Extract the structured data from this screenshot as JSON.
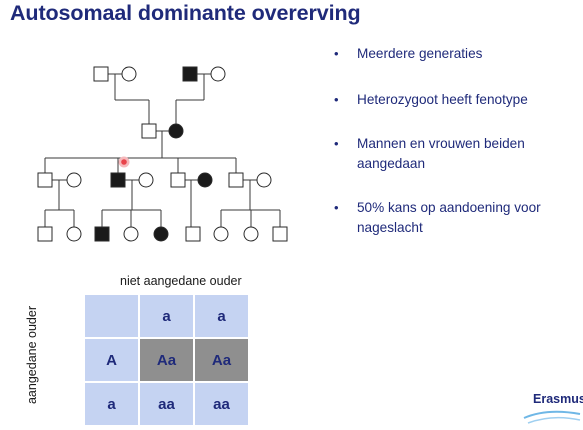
{
  "slide": {
    "title": "Autosomaal dominante overerving",
    "bullets": [
      "Meerdere generaties",
      "Heterozygoot heeft fenotype",
      "Mannen en vrouwen beiden aangedaan",
      "50% kans op aandoening voor nageslacht"
    ],
    "bullet_symbol": "•",
    "colors": {
      "title": "#1f2a7a",
      "text": "#1f2a7a",
      "cell": "#c5d3f2",
      "affected_cell": "#8f8f8f",
      "affected_symbol": "#1a1a1a",
      "laser_pointer": "#e8434a"
    }
  },
  "pedigree": {
    "generations": [
      {
        "name": "generation-1",
        "individuals": [
          {
            "id": "g1-1",
            "sex": "male",
            "affected": false
          },
          {
            "id": "g1-2",
            "sex": "female",
            "affected": false
          },
          {
            "id": "g1-3",
            "sex": "male",
            "affected": true
          },
          {
            "id": "g1-4",
            "sex": "female",
            "affected": false
          }
        ]
      },
      {
        "name": "generation-2",
        "individuals": [
          {
            "id": "g2-1",
            "sex": "male",
            "affected": false
          },
          {
            "id": "g2-2",
            "sex": "female",
            "affected": true
          }
        ]
      },
      {
        "name": "generation-3",
        "individuals": [
          {
            "id": "g3-1",
            "sex": "male",
            "affected": false
          },
          {
            "id": "g3-2",
            "sex": "female",
            "affected": false
          },
          {
            "id": "g3-3",
            "sex": "male",
            "affected": true
          },
          {
            "id": "g3-4",
            "sex": "female",
            "affected": false
          },
          {
            "id": "g3-5",
            "sex": "male",
            "affected": false
          },
          {
            "id": "g3-6",
            "sex": "female",
            "affected": true
          },
          {
            "id": "g3-7",
            "sex": "male",
            "affected": false
          },
          {
            "id": "g3-8",
            "sex": "female",
            "affected": false
          }
        ]
      },
      {
        "name": "generation-4",
        "individuals": [
          {
            "id": "g4-1",
            "sex": "male",
            "affected": false
          },
          {
            "id": "g4-2",
            "sex": "female",
            "affected": false
          },
          {
            "id": "g4-3",
            "sex": "male",
            "affected": true
          },
          {
            "id": "g4-4",
            "sex": "female",
            "affected": false
          },
          {
            "id": "g4-5",
            "sex": "female",
            "affected": true
          },
          {
            "id": "g4-6",
            "sex": "male",
            "affected": false
          },
          {
            "id": "g4-7",
            "sex": "female",
            "affected": false
          },
          {
            "id": "g4-8",
            "sex": "female",
            "affected": false
          },
          {
            "id": "g4-9",
            "sex": "male",
            "affected": false
          }
        ]
      }
    ]
  },
  "punnett": {
    "top_label": "niet aangedane ouder",
    "side_label": "aangedane ouder",
    "rows": [
      [
        {
          "text": "",
          "affected": false
        },
        {
          "text": "a",
          "affected": false
        },
        {
          "text": "a",
          "affected": false
        }
      ],
      [
        {
          "text": "A",
          "affected": false
        },
        {
          "text": "Aa",
          "affected": true
        },
        {
          "text": "Aa",
          "affected": true
        }
      ],
      [
        {
          "text": "a",
          "affected": false
        },
        {
          "text": "aa",
          "affected": false
        },
        {
          "text": "aa",
          "affected": false
        }
      ]
    ]
  },
  "logo": {
    "text": "Erasmus"
  }
}
